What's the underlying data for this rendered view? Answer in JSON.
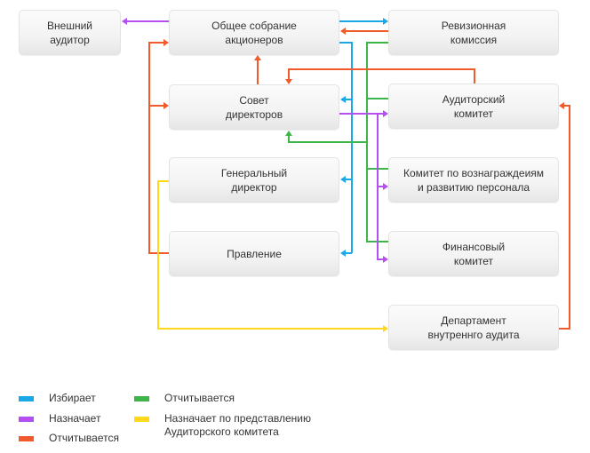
{
  "colors": {
    "elects": "#1aa9e6",
    "appoints": "#b44ff0",
    "reports_orange": "#f15a2b",
    "reports_green": "#3db54a",
    "appoints_by_recommendation": "#ffd81c"
  },
  "nodes": {
    "external_auditor": "Внешний\nаудитор",
    "shareholders_meeting": "Общее собрание\nакционеров",
    "revision_commission": "Ревизионная\nкомиссия",
    "board_of_directors": "Совет\nдиректоров",
    "audit_committee": "Аудиторский\nкомитет",
    "general_director": "Генеральный\nдиректор",
    "remuneration_committee": "Комитет по вознаграждеиям\nи развитию персонала",
    "management_board": "Правление",
    "finance_committee": "Финансовый\nкомитет",
    "internal_audit_department": "Департамент\nвнутреннго аудита"
  },
  "edges": [
    {
      "from": "shareholders_meeting",
      "to": "external_auditor",
      "type": "appoints"
    },
    {
      "from": "shareholders_meeting",
      "to": "revision_commission",
      "type": "elects"
    },
    {
      "from": "revision_commission",
      "to": "shareholders_meeting",
      "type": "reports_orange"
    },
    {
      "from": "shareholders_meeting",
      "to": "board_of_directors",
      "type": "elects"
    },
    {
      "from": "shareholders_meeting",
      "to": "general_director",
      "type": "elects"
    },
    {
      "from": "shareholders_meeting",
      "to": "management_board",
      "type": "elects"
    },
    {
      "from": "board_of_directors",
      "to": "shareholders_meeting",
      "type": "reports_orange"
    },
    {
      "from": "management_board",
      "to": "shareholders_meeting",
      "type": "reports_orange"
    },
    {
      "from": "management_board",
      "to": "board_of_directors",
      "type": "reports_orange"
    },
    {
      "from": "audit_committee",
      "to": "board_of_directors",
      "type": "reports_orange"
    },
    {
      "from": "revision_commission",
      "to": "board_of_directors",
      "type": "reports_green"
    },
    {
      "from": "audit_committee",
      "to": "board_of_directors",
      "type": "reports_green"
    },
    {
      "from": "remuneration_committee",
      "to": "board_of_directors",
      "type": "reports_green"
    },
    {
      "from": "finance_committee",
      "to": "board_of_directors",
      "type": "reports_green"
    },
    {
      "from": "board_of_directors",
      "to": "audit_committee",
      "type": "appoints"
    },
    {
      "from": "board_of_directors",
      "to": "remuneration_committee",
      "type": "appoints"
    },
    {
      "from": "board_of_directors",
      "to": "finance_committee",
      "type": "appoints"
    },
    {
      "from": "general_director",
      "to": "internal_audit_department",
      "type": "appoints_by_recommendation"
    },
    {
      "from": "internal_audit_department",
      "to": "audit_committee",
      "type": "reports_orange"
    }
  ],
  "legend": {
    "elects": "Избирает",
    "appoints": "Назначает",
    "reports_orange": "Отчитывается",
    "reports_green": "Отчитывается",
    "appoints_by_recommendation": "Назначает по представлению\nАудиторского комитета"
  }
}
